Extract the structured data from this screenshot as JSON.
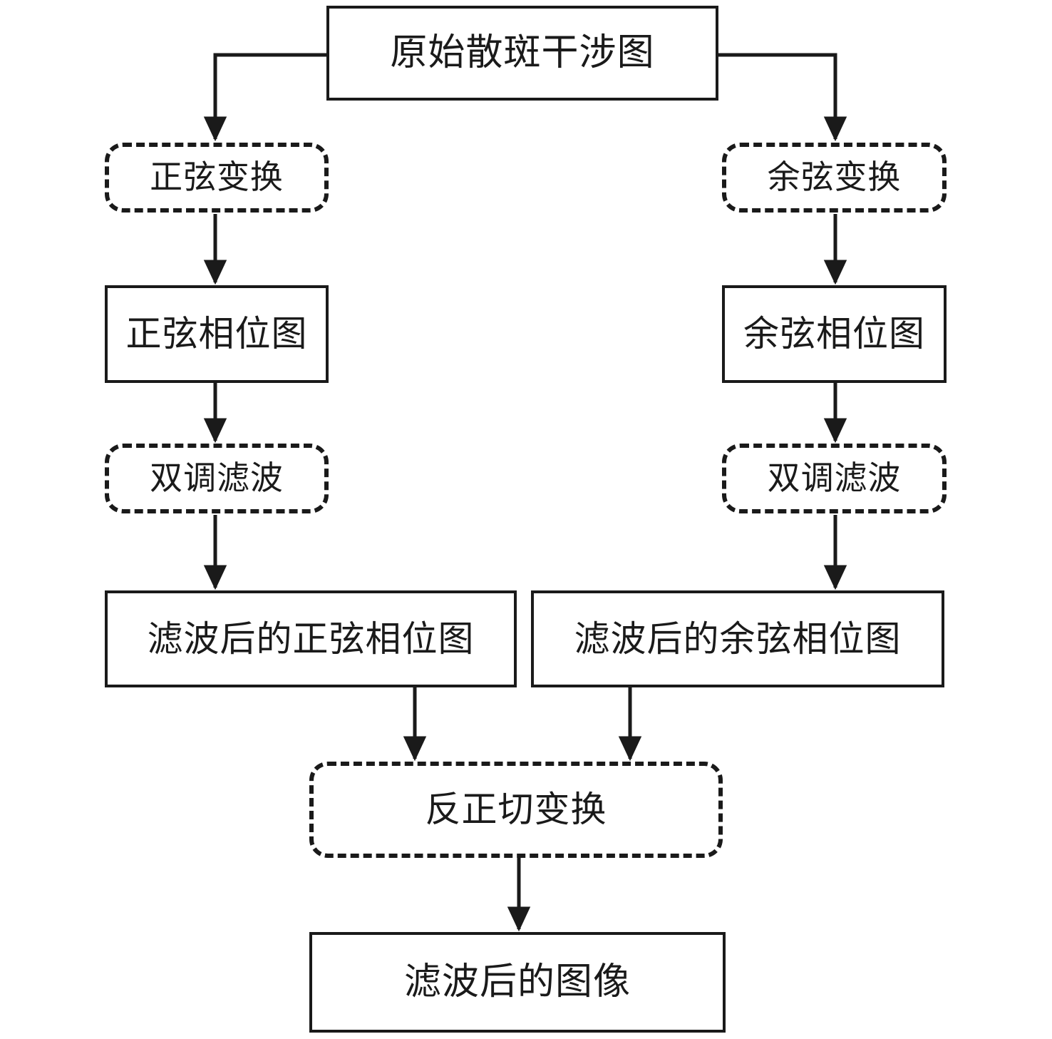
{
  "diagram": {
    "title_text": "",
    "colors": {
      "stroke": "#1a1a1a",
      "background": "#ffffff",
      "text": "#1a1a1a"
    },
    "nodes": {
      "source": {
        "label": "原始散斑干涉图",
        "shape": "rectangle"
      },
      "sine_transform": {
        "label": "正弦变换",
        "shape": "rounded-dashed"
      },
      "cosine_transform": {
        "label": "余弦变换",
        "shape": "rounded-dashed"
      },
      "sine_phase": {
        "label": "正弦相位图",
        "shape": "rectangle"
      },
      "cosine_phase": {
        "label": "余弦相位图",
        "shape": "rectangle"
      },
      "sine_filter": {
        "label": "双调滤波",
        "shape": "rounded-dashed"
      },
      "cosine_filter": {
        "label": "双调滤波",
        "shape": "rounded-dashed"
      },
      "sine_filtered_phase": {
        "label": "滤波后的正弦相位图",
        "shape": "rectangle"
      },
      "cosine_filtered_phase": {
        "label": "滤波后的余弦相位图",
        "shape": "rectangle"
      },
      "arctan_transform": {
        "label": "反正切变换",
        "shape": "rounded-dashed"
      },
      "output": {
        "label": "滤波后的图像",
        "shape": "rectangle"
      }
    },
    "edges": [
      {
        "name": "source-to-sine-transform",
        "from": "source",
        "to": "sine_transform"
      },
      {
        "name": "source-to-cosine-transform",
        "from": "source",
        "to": "cosine_transform"
      },
      {
        "name": "sine-transform-to-sine-phase",
        "from": "sine_transform",
        "to": "sine_phase"
      },
      {
        "name": "cosine-transform-to-cosine-phase",
        "from": "cosine_transform",
        "to": "cosine_phase"
      },
      {
        "name": "sine-phase-to-sine-filter",
        "from": "sine_phase",
        "to": "sine_filter"
      },
      {
        "name": "cosine-phase-to-cosine-filter",
        "from": "cosine_phase",
        "to": "cosine_filter"
      },
      {
        "name": "sine-filter-to-sine-filtered-phase",
        "from": "sine_filter",
        "to": "sine_filtered_phase"
      },
      {
        "name": "cosine-filter-to-cosine-filtered-phase",
        "from": "cosine_filter",
        "to": "cosine_filtered_phase"
      },
      {
        "name": "sine-filtered-phase-to-arctan",
        "from": "sine_filtered_phase",
        "to": "arctan_transform"
      },
      {
        "name": "cosine-filtered-phase-to-arctan",
        "from": "cosine_filtered_phase",
        "to": "arctan_transform"
      },
      {
        "name": "arctan-to-output",
        "from": "arctan_transform",
        "to": "output"
      }
    ]
  }
}
